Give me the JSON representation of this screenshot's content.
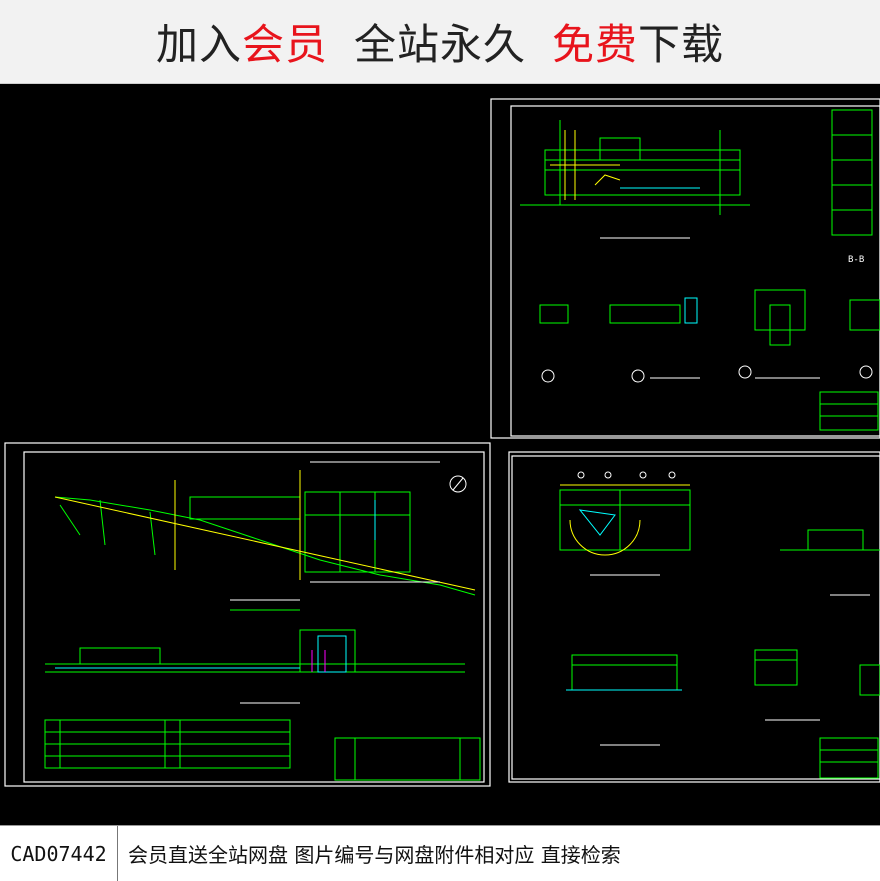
{
  "banner": {
    "part1": "加入",
    "part2": "会员",
    "part3": "全站永久",
    "part4": "免费",
    "part5": "下载",
    "accent_color": "#e8141c"
  },
  "footer": {
    "code": "CAD07442",
    "description": "会员直送全站网盘  图片编号与网盘附件相对应  直接检索"
  },
  "drawing": {
    "background": "#000000",
    "line_colors": [
      "#00ff00",
      "#ffff00",
      "#00ffff",
      "#ffffff",
      "#ff00ff"
    ],
    "section_label": "B-B"
  }
}
